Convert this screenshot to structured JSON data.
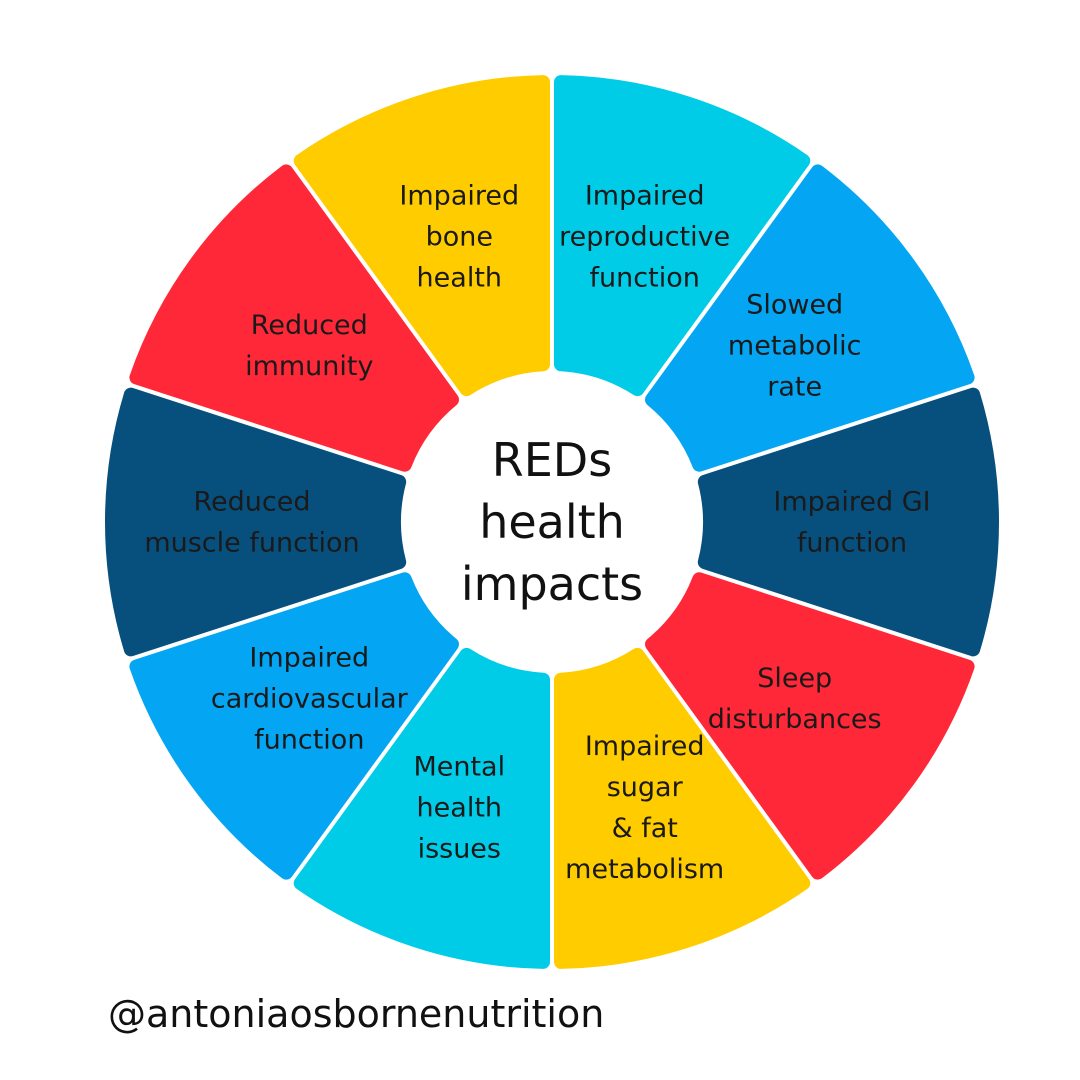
{
  "diagram": {
    "center": {
      "lines": [
        "REDs",
        "health",
        "impacts"
      ]
    },
    "segments": [
      {
        "lines": [
          "Impaired",
          "reproductive",
          "function"
        ],
        "color": "#00CCE8"
      },
      {
        "lines": [
          "Slowed",
          "metabolic",
          "rate"
        ],
        "color": "#04A5F2"
      },
      {
        "lines": [
          "Impaired GI",
          "function"
        ],
        "color": "#07507E"
      },
      {
        "lines": [
          "Sleep",
          "disturbances"
        ],
        "color": "#FF2838"
      },
      {
        "lines": [
          "Impaired",
          "sugar",
          "& fat",
          "metabolism"
        ],
        "color": "#FFCC00"
      },
      {
        "lines": [
          "Mental",
          "health",
          "issues"
        ],
        "color": "#00CCE8"
      },
      {
        "lines": [
          "Impaired",
          "cardiovascular",
          "function"
        ],
        "color": "#04A5F2"
      },
      {
        "lines": [
          "Reduced",
          "muscle function"
        ],
        "color": "#07507E"
      },
      {
        "lines": [
          "Reduced",
          "immunity"
        ],
        "color": "#FF2838"
      },
      {
        "lines": [
          "Impaired",
          "bone",
          "health"
        ],
        "color": "#FFCC00"
      }
    ]
  },
  "footer": {
    "handle": "@antoniaosbornenutrition"
  }
}
